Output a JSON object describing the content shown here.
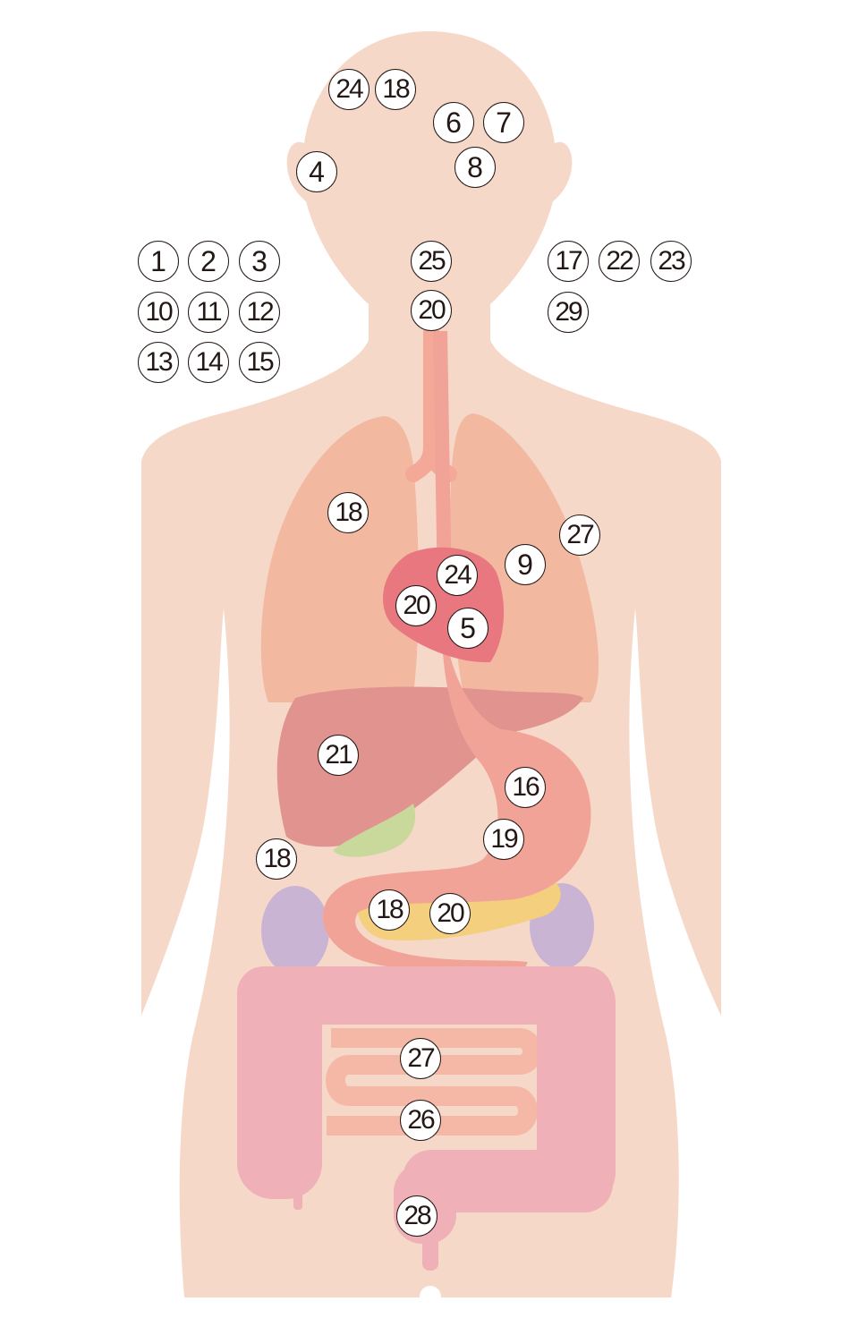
{
  "colors": {
    "skin": "#f6d8c9",
    "lungs": "#f2b8a0",
    "trachea": "#f3a898",
    "heart": "#e8777f",
    "liver": "#e0938f",
    "stomach": "#f2a397",
    "gallbladder": "#c9d99b",
    "pancreas": "#f3cf7e",
    "kidneys": "#c9b4d4",
    "large_intestine": "#efb0b8",
    "small_intestine": "#f5b8a6",
    "marker_border": "#231815"
  },
  "organs": [
    "lungs",
    "trachea",
    "esophagus",
    "heart",
    "liver",
    "stomach",
    "gallbladder",
    "pancreas",
    "kidneys",
    "large-intestine",
    "small-intestine"
  ],
  "markers": [
    {
      "id": "m-head-24",
      "text": "24",
      "region": "head"
    },
    {
      "id": "m-head-18",
      "text": "18",
      "region": "head"
    },
    {
      "id": "m-head-6",
      "text": "6",
      "region": "head"
    },
    {
      "id": "m-head-7",
      "text": "7",
      "region": "head"
    },
    {
      "id": "m-ear-4",
      "text": "4",
      "region": "ear"
    },
    {
      "id": "m-head-8",
      "text": "8",
      "region": "head"
    },
    {
      "id": "m-left-1",
      "text": "1",
      "region": "left-group"
    },
    {
      "id": "m-left-2",
      "text": "2",
      "region": "left-group"
    },
    {
      "id": "m-left-3",
      "text": "3",
      "region": "left-group"
    },
    {
      "id": "m-left-10",
      "text": "10",
      "region": "left-group"
    },
    {
      "id": "m-left-11",
      "text": "11",
      "region": "left-group"
    },
    {
      "id": "m-left-12",
      "text": "12",
      "region": "left-group"
    },
    {
      "id": "m-left-13",
      "text": "13",
      "region": "left-group"
    },
    {
      "id": "m-left-14",
      "text": "14",
      "region": "left-group"
    },
    {
      "id": "m-left-15",
      "text": "15",
      "region": "left-group"
    },
    {
      "id": "m-neck-25",
      "text": "25",
      "region": "neck"
    },
    {
      "id": "m-neck-20",
      "text": "20",
      "region": "neck"
    },
    {
      "id": "m-right-17",
      "text": "17",
      "region": "right-group"
    },
    {
      "id": "m-right-22",
      "text": "22",
      "region": "right-group"
    },
    {
      "id": "m-right-23",
      "text": "23",
      "region": "right-group"
    },
    {
      "id": "m-right-29",
      "text": "29",
      "region": "right-group"
    },
    {
      "id": "m-lung-18",
      "text": "18",
      "region": "lung"
    },
    {
      "id": "m-chest-27",
      "text": "27",
      "region": "chest"
    },
    {
      "id": "m-lung-9",
      "text": "9",
      "region": "lung"
    },
    {
      "id": "m-heart-24",
      "text": "24",
      "region": "heart"
    },
    {
      "id": "m-heart-20",
      "text": "20",
      "region": "heart"
    },
    {
      "id": "m-heart-5",
      "text": "5",
      "region": "heart"
    },
    {
      "id": "m-liver-21",
      "text": "21",
      "region": "liver"
    },
    {
      "id": "m-stomach-16",
      "text": "16",
      "region": "stomach"
    },
    {
      "id": "m-stomach-19",
      "text": "19",
      "region": "stomach"
    },
    {
      "id": "m-side-18",
      "text": "18",
      "region": "side"
    },
    {
      "id": "m-pancreas-18",
      "text": "18",
      "region": "pancreas"
    },
    {
      "id": "m-pancreas-20",
      "text": "20",
      "region": "pancreas"
    },
    {
      "id": "m-intestine-27",
      "text": "27",
      "region": "small-intestine"
    },
    {
      "id": "m-intestine-26",
      "text": "26",
      "region": "small-intestine"
    },
    {
      "id": "m-rectum-28",
      "text": "28",
      "region": "rectum"
    }
  ]
}
